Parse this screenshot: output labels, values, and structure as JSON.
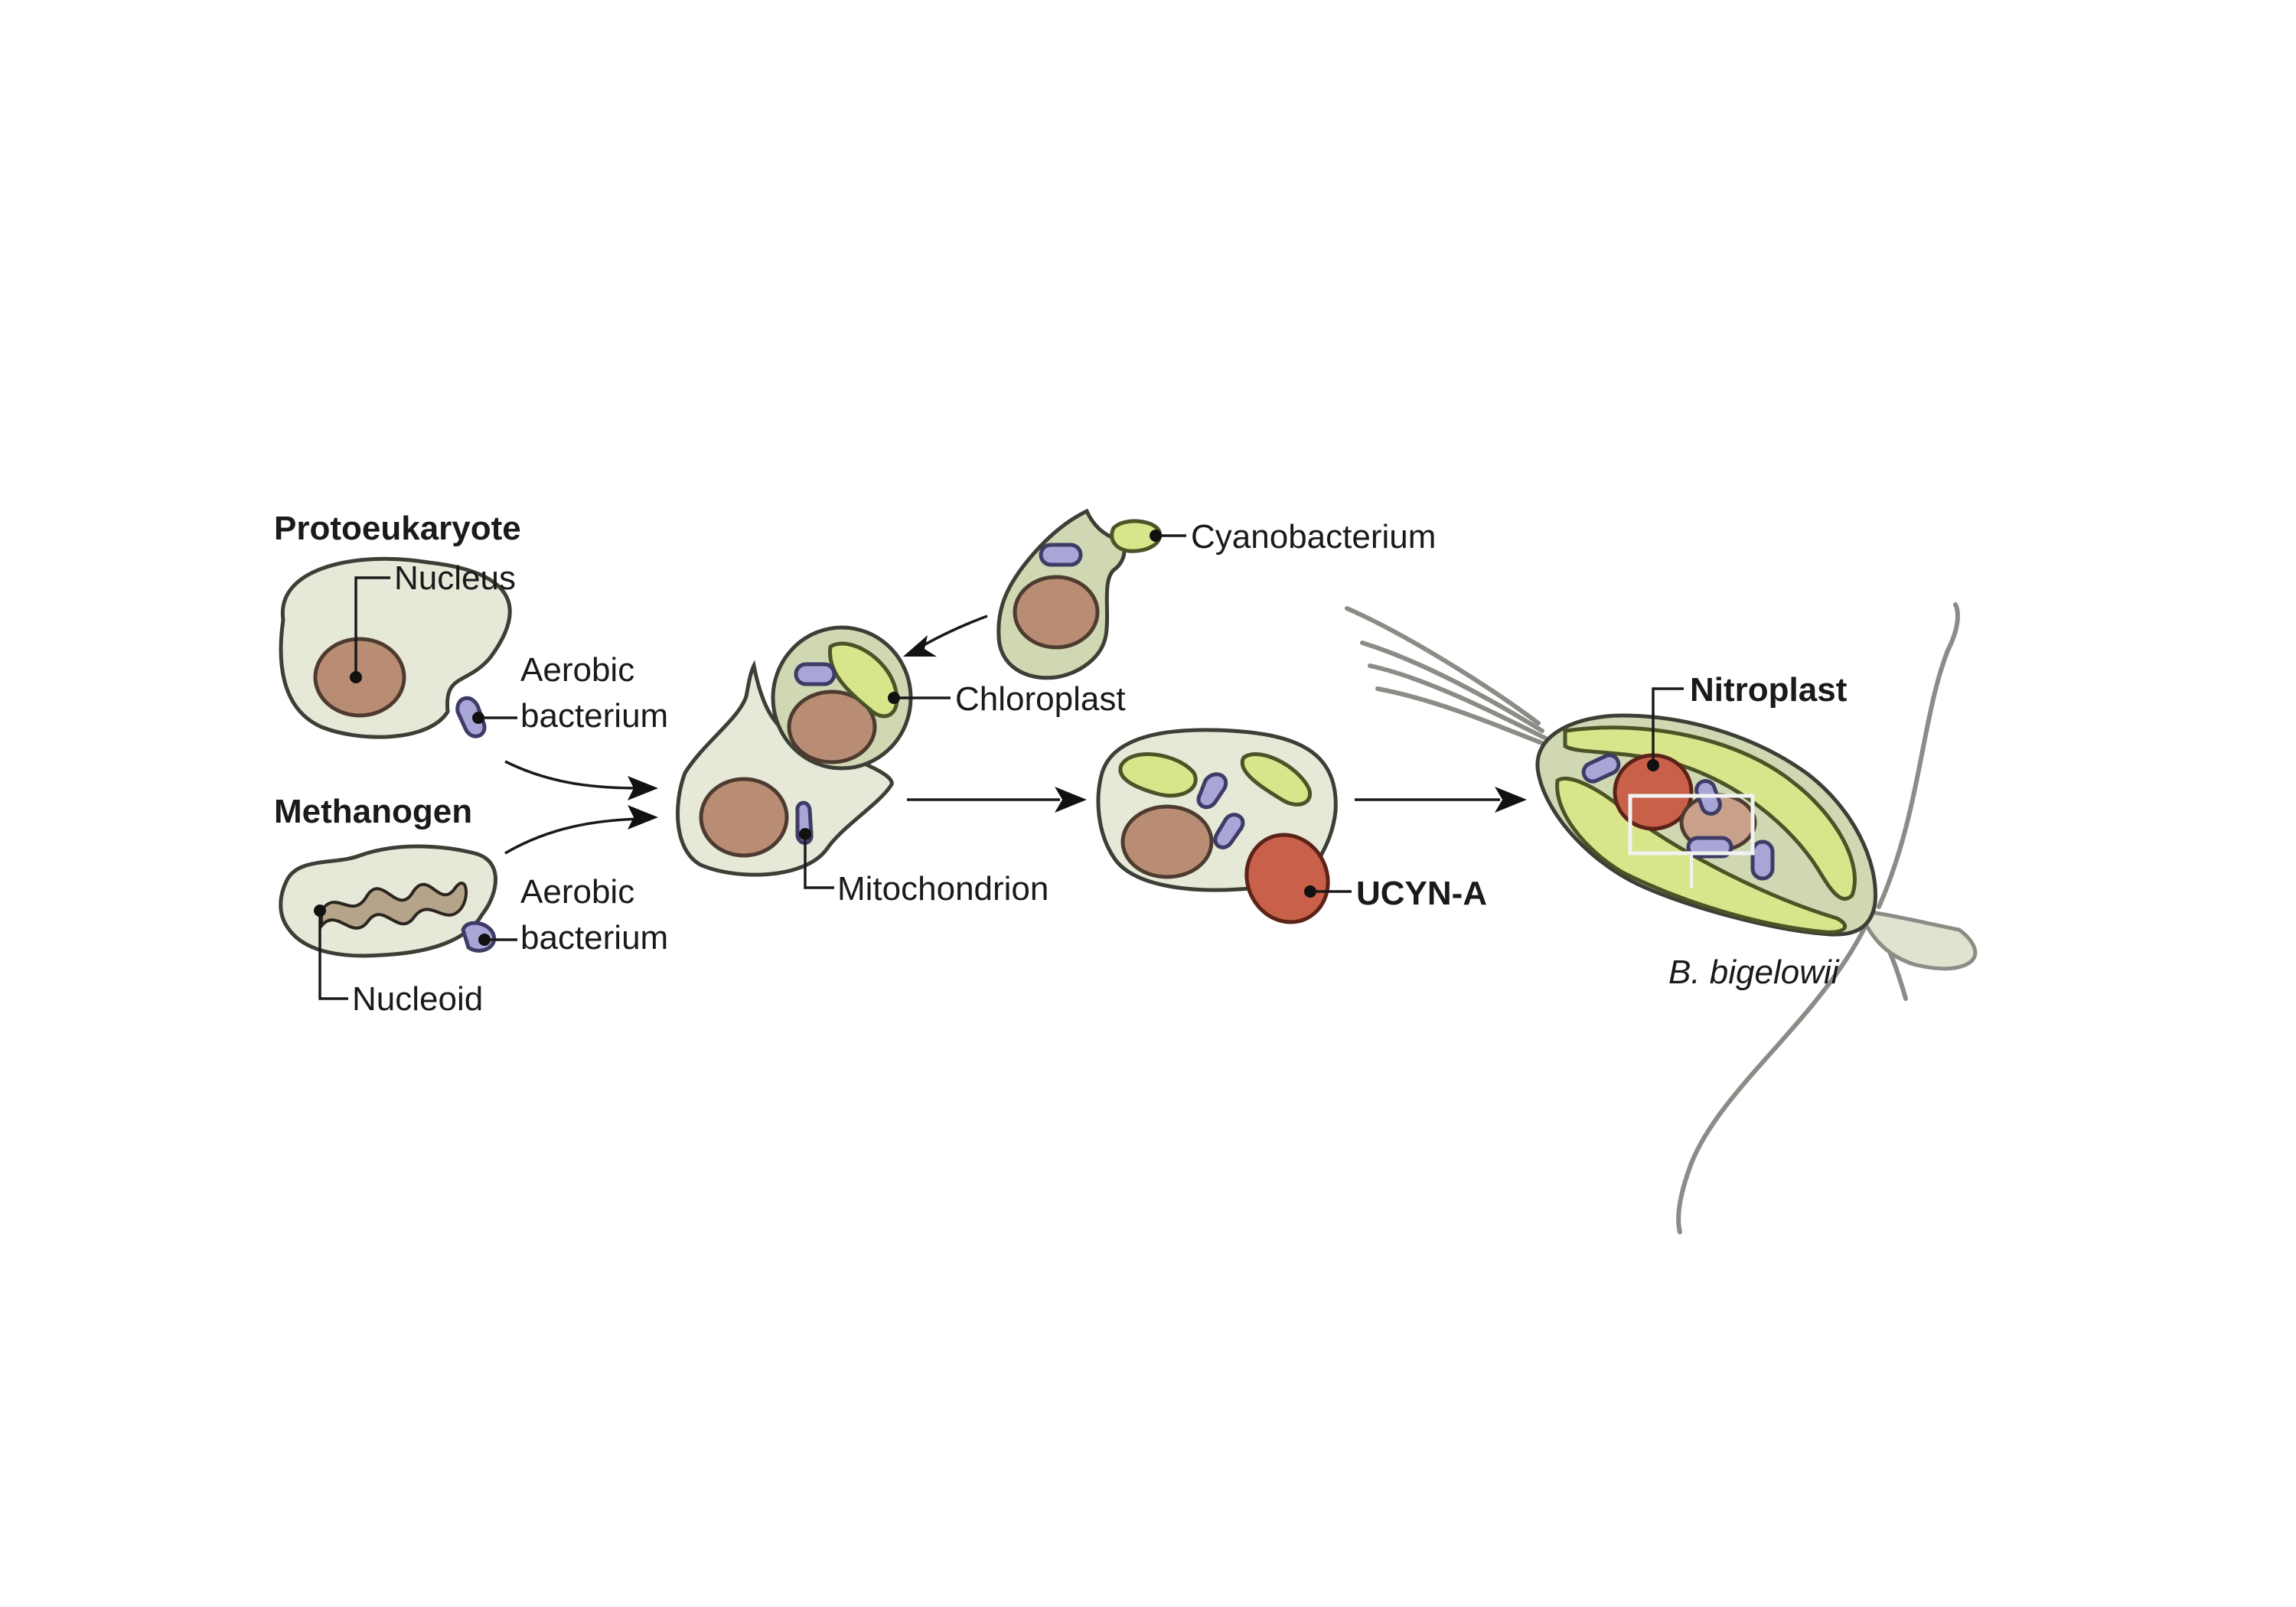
{
  "labels": {
    "protoeukaryote": "Protoeukaryote",
    "nucleus": "Nucleus",
    "aerobic_bacterium_1": [
      "Aerobic",
      "bacterium"
    ],
    "methanogen": "Methanogen",
    "aerobic_bacterium_2": [
      "Aerobic",
      "bacterium"
    ],
    "nucleoid": "Nucleoid",
    "cyanobacterium": "Cyanobacterium",
    "chloroplast": "Chloroplast",
    "mitochondrion": "Mitochondrion",
    "ucyn_a": "UCYN-A",
    "nitroplast": "Nitroplast",
    "species": "B. bigelowii"
  },
  "colors": {
    "cytoplasm": "#e6e8d8",
    "cytoplasm_green": "#cfd8b3",
    "nucleus": "#b98d74",
    "mitochondrion": "#a7a6d6",
    "chloroplast": "#d9e58a",
    "ucyn_a": "#c8604a"
  }
}
